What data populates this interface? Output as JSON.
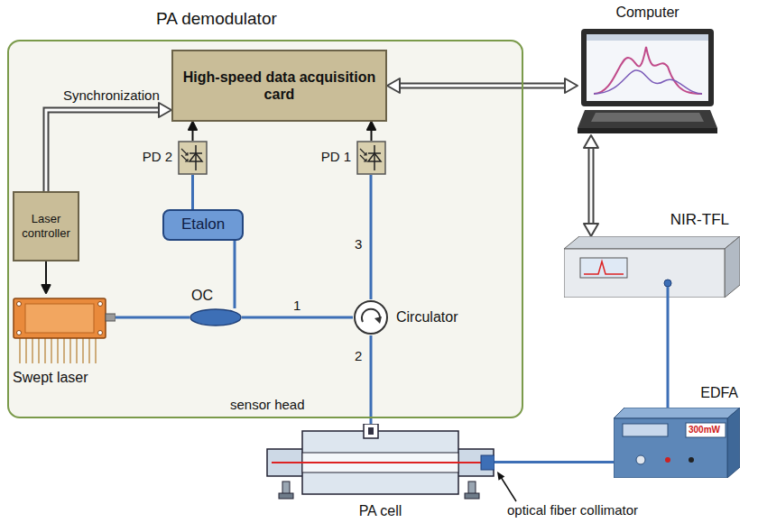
{
  "diagram": {
    "nodes": [
      {
        "text": [
          "PA demodulator"
        ]
      },
      {
        "text": [
          "High-speed data acquisition card"
        ],
        "in": 0
      },
      {
        "text": [
          "Laser controller"
        ],
        "in": 0
      },
      {
        "text": [
          "PD 2"
        ],
        "in": 0
      },
      {
        "text": [
          "PD 1"
        ],
        "in": 0
      },
      {
        "text": [
          "Etalon"
        ],
        "in": 0
      },
      {
        "text": [
          "Swept laser"
        ],
        "in": 0
      },
      {
        "text": [
          "OC"
        ],
        "in": 0
      },
      {
        "text": [
          "Circulator"
        ],
        "in": 0
      },
      {
        "text": [
          "Computer"
        ]
      },
      {
        "text": [
          "NIR-TFL"
        ]
      },
      {
        "text": [
          "EDFA"
        ]
      },
      {
        "text": [
          "PA cell"
        ]
      }
    ],
    "edges": [
      {
        "from": 2,
        "to": 1,
        "arrow": "to",
        "label": "Synchronization"
      },
      {
        "from": 2,
        "to": 6,
        "arrow": "to"
      },
      {
        "from": 6,
        "to": 7,
        "arrow": "none"
      },
      {
        "from": 7,
        "to": 5,
        "arrow": "none"
      },
      {
        "from": 5,
        "to": 3,
        "arrow": "none"
      },
      {
        "from": 3,
        "to": 1,
        "arrow": "to"
      },
      {
        "from": 7,
        "to": 8,
        "arrow": "none",
        "label": "1"
      },
      {
        "from": 8,
        "to": 4,
        "arrow": "none",
        "label": "3"
      },
      {
        "from": 4,
        "to": 1,
        "arrow": "to"
      },
      {
        "from": 8,
        "to": 12,
        "arrow": "none",
        "label": "2"
      },
      {
        "from": 1,
        "to": 9,
        "arrow": "both"
      },
      {
        "from": 9,
        "to": 10,
        "arrow": "both"
      },
      {
        "from": 10,
        "to": 11,
        "arrow": "none"
      },
      {
        "from": 11,
        "to": 12,
        "arrow": "none"
      }
    ],
    "labels": [
      "sensor head",
      "optical fiber collimator",
      "300mW"
    ]
  }
}
